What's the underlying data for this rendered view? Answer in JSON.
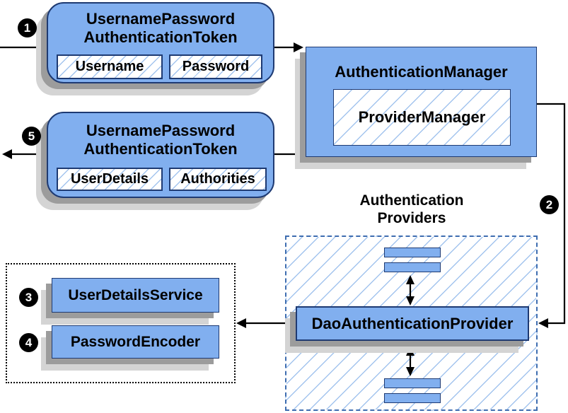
{
  "diagram": {
    "step_badges": {
      "s1": "1",
      "s2": "2",
      "s3": "3",
      "s4": "4",
      "s5": "5"
    },
    "request_token": {
      "title1": "UsernamePassword",
      "title2": "AuthenticationToken",
      "field1": "Username",
      "field2": "Password"
    },
    "response_token": {
      "title1": "UsernamePassword",
      "title2": "AuthenticationToken",
      "field1": "UserDetails",
      "field2": "Authorities"
    },
    "auth_manager": {
      "title": "AuthenticationManager",
      "inner": "ProviderManager"
    },
    "providers": {
      "title1": "Authentication",
      "title2": "Providers",
      "main_provider": "DaoAuthenticationProvider"
    },
    "services": {
      "service1": "UserDetailsService",
      "service2": "PasswordEncoder"
    },
    "colors": {
      "shape_blue": "#81AFEF",
      "shape_border": "#1E3A72",
      "hatch_line": "#A3C4EE",
      "dashed_border": "#3E6DB0",
      "shadow_dark": "#9C9C9C",
      "shadow_light": "#D4D4D4",
      "arrow_black": "#000000"
    }
  }
}
